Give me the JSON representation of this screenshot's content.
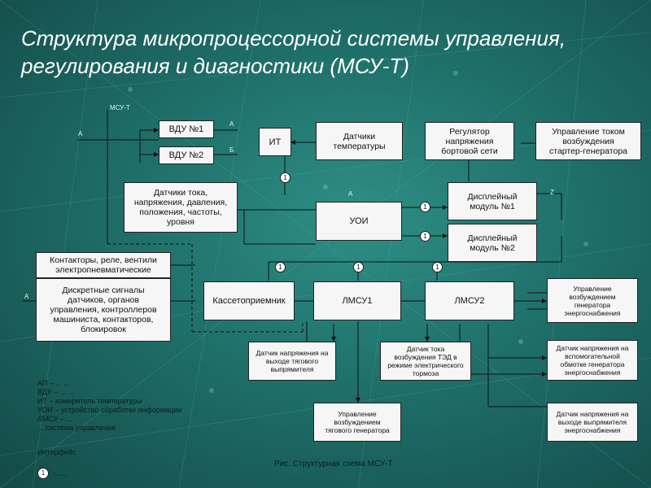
{
  "title": "Структура микропроцессорной системы управления, регулирования и диагностики (МСУ-Т)",
  "signals": {
    "msu": "МСУ-Т",
    "a_left": "А",
    "a_top": "А",
    "b": "Б",
    "a_uoi": "А",
    "z_right": "Z",
    "a_discrete": "А"
  },
  "blocks": {
    "vdu1": "ВДУ №1",
    "vdu2": "ВДУ №2",
    "it": "ИТ",
    "temp_sensors": "Датчики\nтемпературы",
    "regulator": "Регулятор\nнапряжения\nбортовой сети",
    "starter_control": "Управление током\nвозбуждения\nстартер-генератора",
    "sensors": "Датчики тока,\nнапряжения, давления,\nположения, частоты,\nуровня",
    "uoi": "УОИ",
    "display1": "Дисплейный\nмодуль №1",
    "display2": "Дисплейный\nмодуль №2",
    "contactors": "Контакторы, реле, вентили\nэлектропневматические",
    "discrete": "Дискретные сигналы\nдатчиков, органов\nуправления, контроллеров\nмашиниста, контакторов,\nблокировок",
    "cassette": "Кассетоприемник",
    "lmsu1": "ЛМСУ1",
    "lmsu2": "ЛМСУ2",
    "excitation_power": "Управление\nвозбуждением\nгенератора\nэнергоснабжения",
    "rectifier_voltage": "Датчик напряжения на\nвыходе тягового\nвыпрямителя",
    "ted_current": "Датчик тока\nвозбуждения ТЭД в\nрежиме электрического\nтормоза",
    "aux_winding": "Датчик напряжения на\nвспомогательной\nобмотке генератора\nэнергоснабжения",
    "traction_gen": "Управление\nвозбуждением\nтягового генератора",
    "power_rectifier": "Датчик напряжения на\nвыходе выпрямителя\nэнергоснабжения"
  },
  "badge_label": "1",
  "legend": {
    "lines": "АП – ... ...\nВДУ – ... ...\nИТ – измеритель температуры\nУОИ – устройство обработки информации\nЛМСУ – ...\n        ... система управления",
    "interface_label": "Интерфейс",
    "interface_badge": "1",
    "interface_text": "... ..."
  },
  "caption": "Рис. Структурная схема МСУ-Т"
}
